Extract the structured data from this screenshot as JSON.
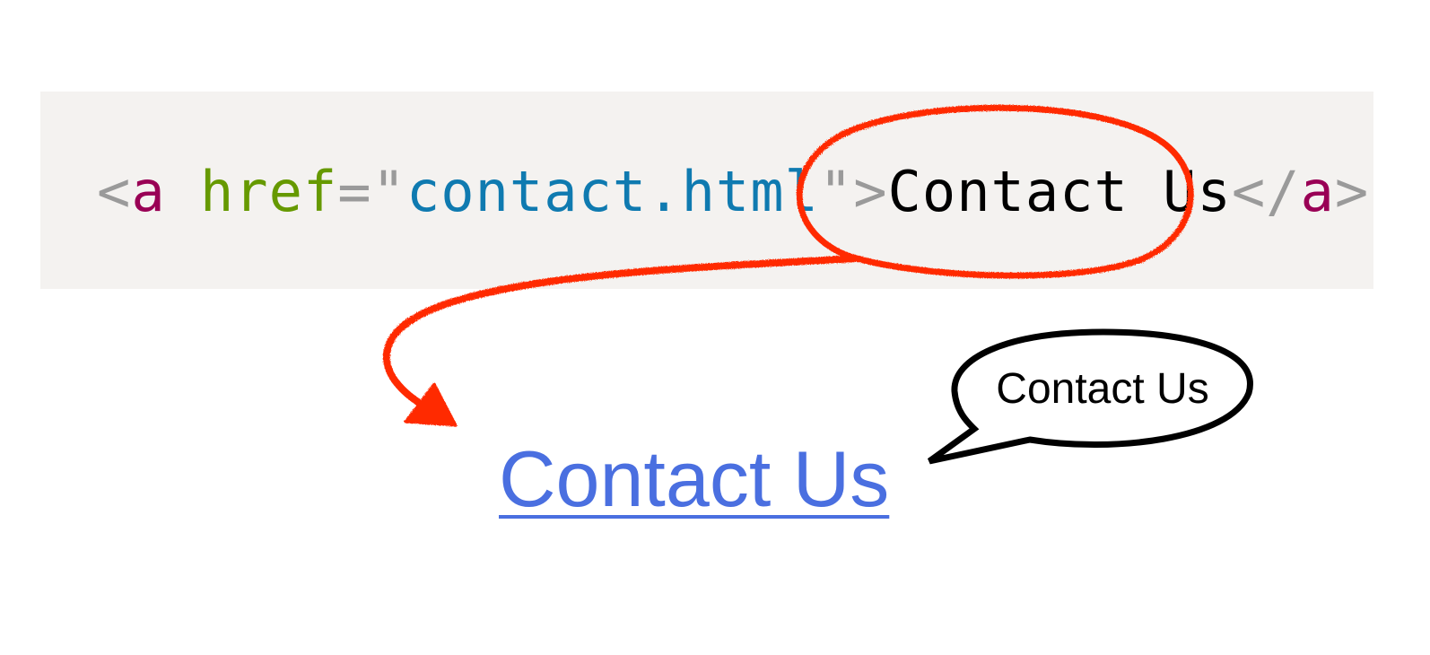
{
  "code": {
    "open_lt": "<",
    "tag_name": "a",
    "space": " ",
    "attr_name": "href",
    "equals": "=",
    "quote_open": "\"",
    "attr_value": "contact.html",
    "quote_close": "\"",
    "open_gt": ">",
    "link_text": "Contact Us",
    "close_lt_slash": "</",
    "close_tag_name": "a",
    "close_gt": ">"
  },
  "rendered_link": {
    "text": "Contact Us"
  },
  "speech_bubble": {
    "text": "Contact Us"
  },
  "colors": {
    "code_background": "#f4f2f0",
    "punctuation": "#9a9a9a",
    "tag": "#990055",
    "attribute": "#669900",
    "string": "#0f7ab0",
    "link": "#4a6fe0",
    "annotation": "#ff2a00"
  }
}
